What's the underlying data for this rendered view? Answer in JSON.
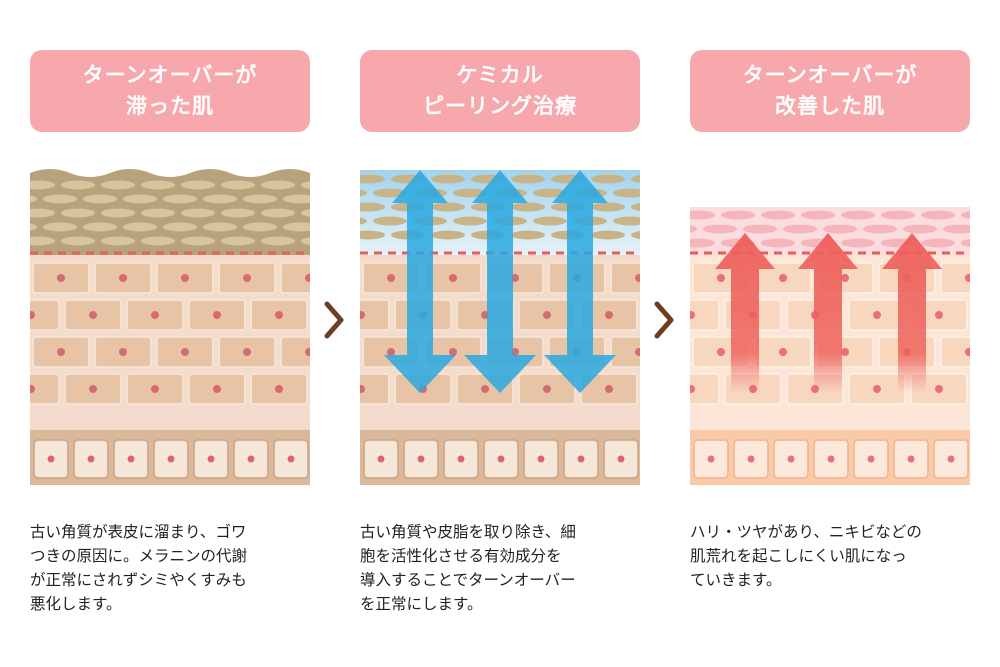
{
  "colors": {
    "title_bg": "#f7a8ad",
    "chevron": "#6b3f1f",
    "dash_line": "#e85c5c",
    "blue_arrow": "#29a8e0",
    "red_arrow": "#ee5f5a"
  },
  "panels": [
    {
      "title": [
        "ターンオーバーが",
        "滞った肌"
      ],
      "description": [
        "古い角質が表皮に溜まり、ゴワ",
        "つきの原因に。メラニンの代謝",
        "が正常にされずシミやくすみも",
        "悪化します。"
      ]
    },
    {
      "title": [
        "ケミカル",
        "ピーリング治療"
      ],
      "description": [
        "古い角質や皮脂を取り除き、細",
        "胞を活性化させる有効成分を",
        "導入することでターンオーバー",
        "を正常にします。"
      ]
    },
    {
      "title": [
        "ターンオーバーが",
        "改善した肌"
      ],
      "description": [
        "ハリ・ツヤがあり、ニキビなどの",
        "肌荒れを起こしにくい肌になっ",
        "ていきます。"
      ]
    }
  ],
  "separators": [
    {
      "icon": "chevron-right-icon"
    },
    {
      "icon": "chevron-right-icon"
    }
  ]
}
